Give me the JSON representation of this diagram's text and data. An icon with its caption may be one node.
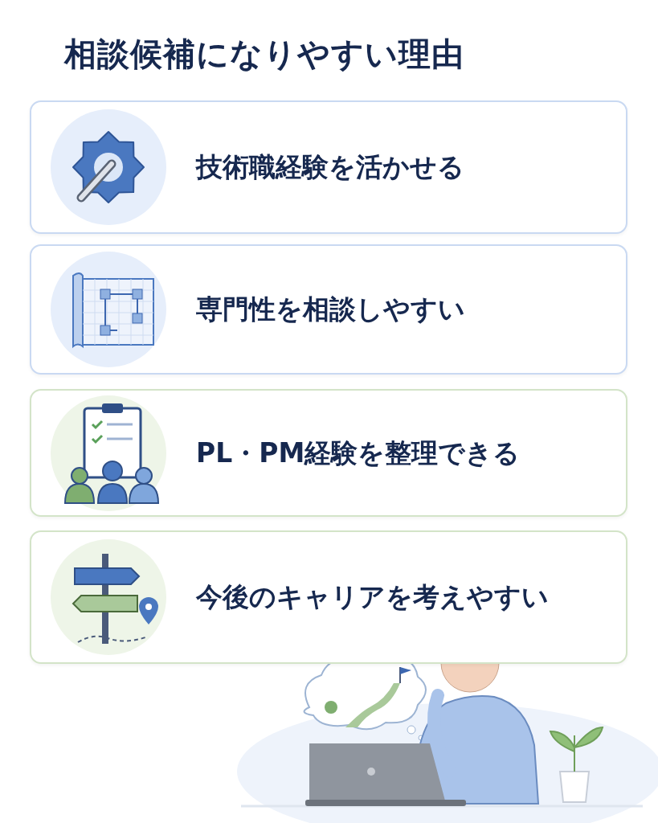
{
  "diagram": {
    "title": "相談候補になりやすい理由",
    "nodes": [
      {
        "text": [
          "技術職経験を活かせる"
        ]
      },
      {
        "text": [
          "専門性を相談しやすい"
        ]
      },
      {
        "text": [
          "PL・PM経験を整理できる"
        ]
      },
      {
        "text": [
          "今後のキャリアを考えやすい"
        ]
      }
    ]
  }
}
